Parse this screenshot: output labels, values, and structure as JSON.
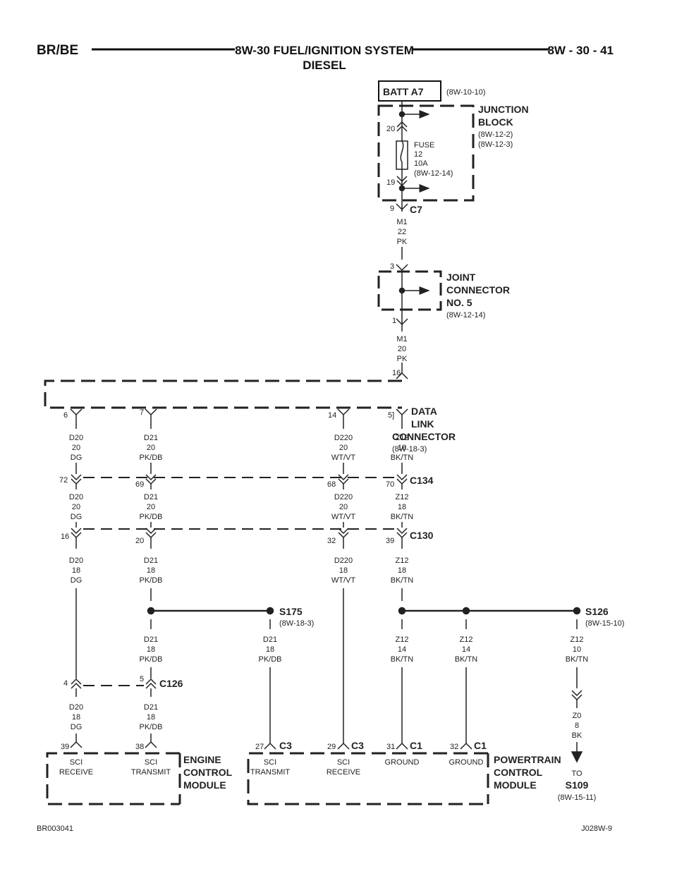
{
  "header": {
    "left": "BR/BE",
    "title_line1": "8W-30 FUEL/IGNITION SYSTEM",
    "title_line2": "DIESEL",
    "right": "8W - 30 - 41"
  },
  "power": {
    "batt": "BATT A7",
    "batt_ref": "(8W-10-10)",
    "junction_block_name_1": "JUNCTION",
    "junction_block_name_2": "BLOCK",
    "junction_block_ref_1": "(8W-12-2)",
    "junction_block_ref_2": "(8W-12-3)",
    "pin_20": "20",
    "pin_19": "19",
    "fuse_1": "FUSE",
    "fuse_2": "12",
    "fuse_3": "10A",
    "fuse_4": "(8W-12-14)",
    "c7_pin": "9",
    "c7_label": "C7",
    "m1a_1": "M1",
    "m1a_2": "22",
    "m1a_3": "PK"
  },
  "joint": {
    "pin_3": "3",
    "pin_1": "1",
    "name_1": "JOINT",
    "name_2": "CONNECTOR",
    "name_3": "NO. 5",
    "ref": "(8W-12-14)",
    "m1b_1": "M1",
    "m1b_2": "20",
    "m1b_3": "PK"
  },
  "dlc": {
    "pin_16": "16",
    "pin_6": "6",
    "pin_7": "7",
    "pin_14": "14",
    "pin_5": "5]",
    "name_1": "DATA",
    "name_2": "LINK",
    "name_3": "CONNECTOR",
    "ref": "(8W-18-3)"
  },
  "wires_row1": {
    "d20": [
      "D20",
      "20",
      "DG"
    ],
    "d21": [
      "D21",
      "20",
      "PK/DB"
    ],
    "d220": [
      "D220",
      "20",
      "WT/VT"
    ],
    "z12": [
      "Z12",
      "18",
      "BK/TN"
    ]
  },
  "c134": {
    "label": "C134",
    "pin_72": "72",
    "pin_69": "69",
    "pin_68": "68",
    "pin_70": "70"
  },
  "wires_row2": {
    "d20": [
      "D20",
      "20",
      "DG"
    ],
    "d21": [
      "D21",
      "20",
      "PK/DB"
    ],
    "d220": [
      "D220",
      "20",
      "WT/VT"
    ],
    "z12": [
      "Z12",
      "18",
      "BK/TN"
    ]
  },
  "c130": {
    "label": "C130",
    "pin_16": "16",
    "pin_20": "20",
    "pin_32": "32",
    "pin_39": "39"
  },
  "wires_row3": {
    "d20": [
      "D20",
      "18",
      "DG"
    ],
    "d21": [
      "D21",
      "18",
      "PK/DB"
    ],
    "d220": [
      "D220",
      "18",
      "WT/VT"
    ],
    "z12": [
      "Z12",
      "18",
      "BK/TN"
    ]
  },
  "splices": {
    "s175": "S175",
    "s175_ref": "(8W-18-3)",
    "s126": "S126",
    "s126_ref": "(8W-15-10)"
  },
  "wires_row4": {
    "d21a": [
      "D21",
      "18",
      "PK/DB"
    ],
    "d21b": [
      "D21",
      "18",
      "PK/DB"
    ],
    "z12a": [
      "Z12",
      "14",
      "BK/TN"
    ],
    "z12b": [
      "Z12",
      "14",
      "BK/TN"
    ],
    "z12c": [
      "Z12",
      "10",
      "BK/TN"
    ]
  },
  "c126": {
    "label": "C126",
    "pin_4": "4",
    "pin_5": "5"
  },
  "wires_row5": {
    "d20": [
      "D20",
      "18",
      "DG"
    ],
    "d21": [
      "D21",
      "18",
      "PK/DB"
    ],
    "z0": [
      "Z0",
      "8",
      "BK"
    ]
  },
  "ground": {
    "to": "TO",
    "splice": "S109",
    "ref": "(8W-15-11)"
  },
  "ecm": {
    "pin_39": "39",
    "pin_38": "38",
    "term_1a": "SCI",
    "term_1b": "RECEIVE",
    "term_2a": "SCI",
    "term_2b": "TRANSMIT",
    "name_1": "ENGINE",
    "name_2": "CONTROL",
    "name_3": "MODULE"
  },
  "pcm": {
    "pin_27": "27",
    "pin_29": "29",
    "pin_31": "31",
    "pin_32": "32",
    "conn_c3a": "C3",
    "conn_c3b": "C3",
    "conn_c1a": "C1",
    "conn_c1b": "C1",
    "term_1a": "SCI",
    "term_1b": "TRANSMIT",
    "term_2a": "SCI",
    "term_2b": "RECEIVE",
    "term_3": "GROUND",
    "term_4": "GROUND",
    "name_1": "POWERTRAIN",
    "name_2": "CONTROL",
    "name_3": "MODULE"
  },
  "footer": {
    "left": "BR003041",
    "right": "J028W-9"
  }
}
